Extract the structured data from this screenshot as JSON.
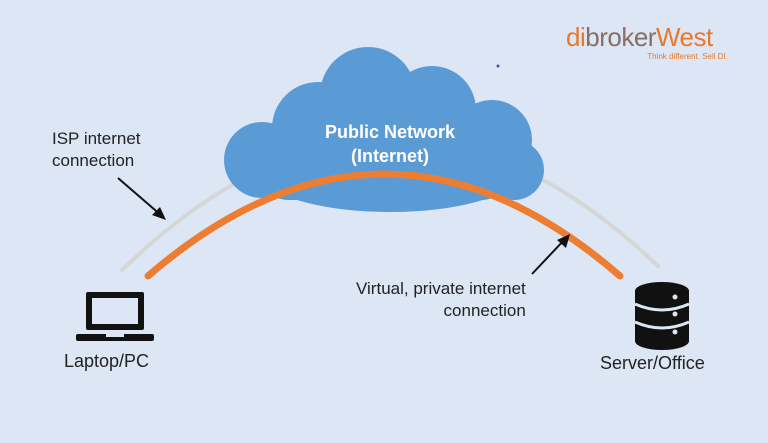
{
  "logo": {
    "name_part1": "di",
    "name_part2": "broker",
    "name_part3": "West",
    "tagline": "Think different. Sell DI."
  },
  "cloud": {
    "line1": "Public Network",
    "line2": "(Internet)"
  },
  "labels": {
    "isp_line1": "ISP internet",
    "isp_line2": "connection",
    "vpn_line1": "Virtual, private internet",
    "vpn_line2": "connection",
    "laptop": "Laptop/PC",
    "server": "Server/Office"
  },
  "icons": {
    "cloud": "cloud-icon",
    "laptop": "laptop-icon",
    "server": "server-database-icon"
  },
  "colors": {
    "background": "#dde6f4",
    "cloud": "#5b9bd5",
    "vpn_arc": "#ed7d31",
    "isp_arc": "#d6d6d6",
    "brand_orange": "#e8792b"
  }
}
